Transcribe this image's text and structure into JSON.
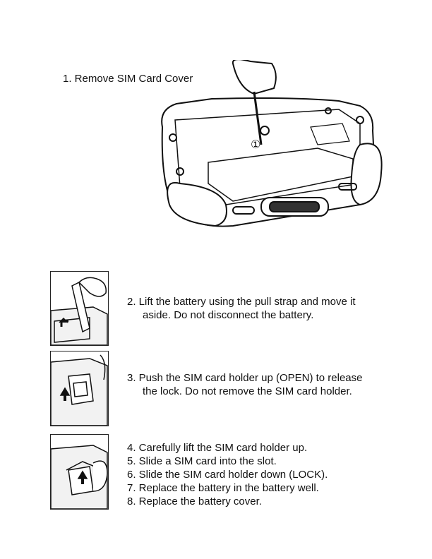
{
  "step1": {
    "title": "1. Remove SIM Card Cover",
    "callout": "①"
  },
  "step2": {
    "line1": "2.  Lift the battery using the pull strap and move it",
    "line2": "aside. Do not disconnect the battery."
  },
  "step3": {
    "line1": "3.  Push the SIM card holder up (OPEN) to release",
    "line2": "the lock. Do not remove the SIM card holder."
  },
  "steps_final": [
    "4.  Carefully lift the SIM card holder up.",
    "5.  Slide a SIM card into the slot.",
    "6.  Slide the SIM card holder down (LOCK).",
    "7.  Replace the battery in the battery well.",
    "8.  Replace the battery cover."
  ]
}
